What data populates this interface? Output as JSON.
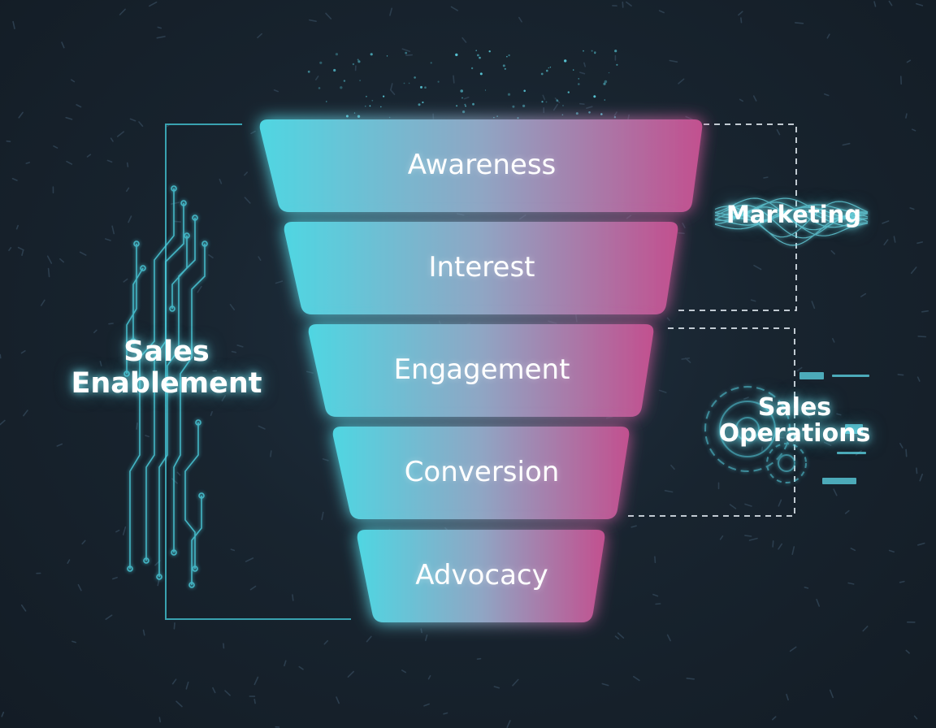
{
  "funnel": {
    "stages": [
      {
        "label": "Awareness"
      },
      {
        "label": "Interest"
      },
      {
        "label": "Engagement"
      },
      {
        "label": "Conversion"
      },
      {
        "label": "Advocacy"
      }
    ]
  },
  "groups": {
    "sales_enablement": {
      "line1": "Sales",
      "line2": "Enablement"
    },
    "marketing": {
      "label": "Marketing"
    },
    "sales_operations": {
      "line1": "Sales",
      "line2": "Operations"
    }
  },
  "colors": {
    "gradient_start": "#4fd6e2",
    "gradient_end": "#c2508f",
    "accent": "#5ed6e6",
    "background": "#18242f"
  }
}
